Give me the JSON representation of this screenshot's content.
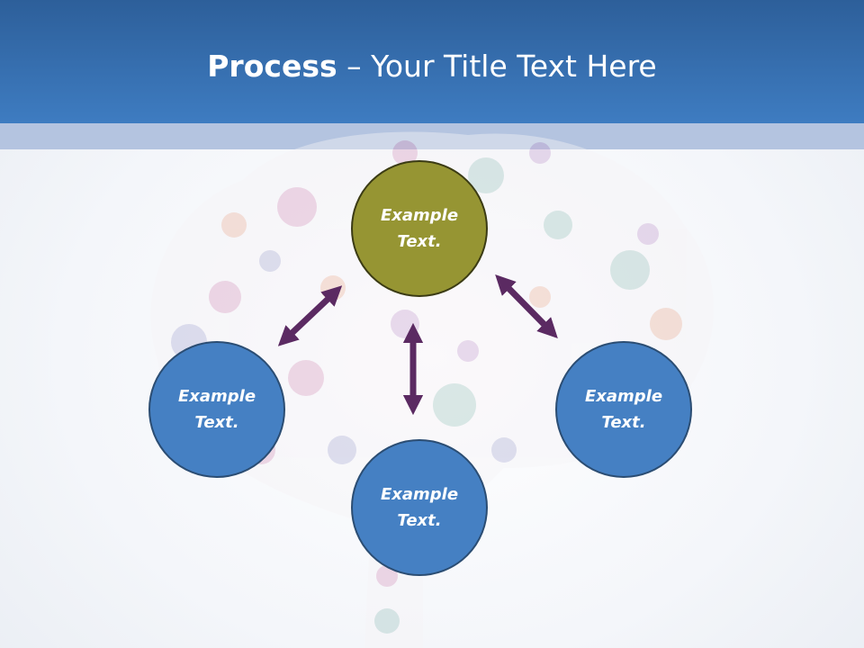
{
  "header": {
    "title_bold": "Process",
    "title_rest": " – Your Title Text Here"
  },
  "nodes": {
    "top": "Example Text.",
    "left": "Example Text.",
    "right": "Example Text.",
    "bottom": "Example Text."
  },
  "colors": {
    "header_blue": "#3e7cc1",
    "band": "#b4c4e0",
    "node_olive": "#969533",
    "node_blue": "#4580c3",
    "arrow_purple": "#5b2a62"
  }
}
